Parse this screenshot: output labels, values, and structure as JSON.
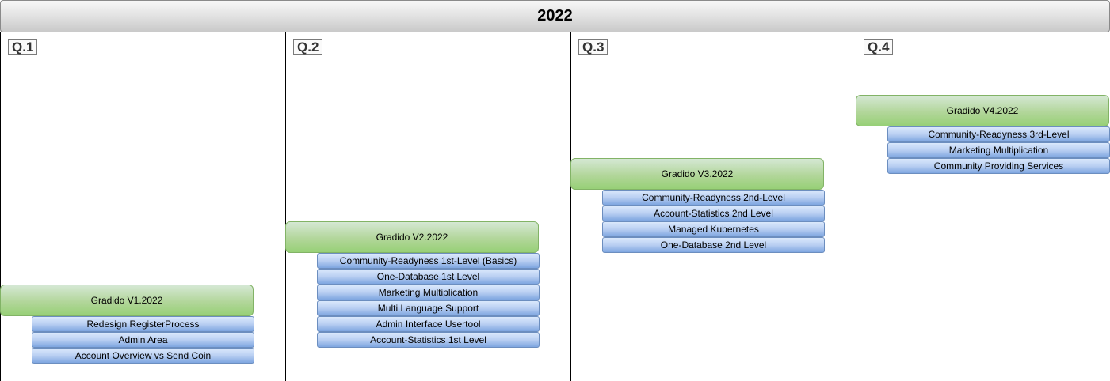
{
  "year": "2022",
  "quarters": [
    {
      "label": "Q.1",
      "version": "Gradido V1.2022",
      "features": [
        "Redesign RegisterProcess",
        "Admin Area",
        "Account Overview vs Send Coin"
      ]
    },
    {
      "label": "Q.2",
      "version": "Gradido V2.2022",
      "features": [
        "Community-Readyness 1st-Level (Basics)",
        "One-Database 1st Level",
        "Marketing Multiplication",
        "Multi Language Support",
        "Admin Interface Usertool",
        "Account-Statistics 1st Level"
      ]
    },
    {
      "label": "Q.3",
      "version": "Gradido V3.2022",
      "features": [
        "Community-Readyness 2nd-Level",
        "Account-Statistics 2nd Level",
        "Managed Kubernetes",
        "One-Database 2nd Level"
      ]
    },
    {
      "label": "Q.4",
      "version": "Gradido V4.2022",
      "features": [
        "Community-Readyness 3rd-Level",
        "Marketing Multiplication",
        "Community Providing Services"
      ]
    }
  ]
}
